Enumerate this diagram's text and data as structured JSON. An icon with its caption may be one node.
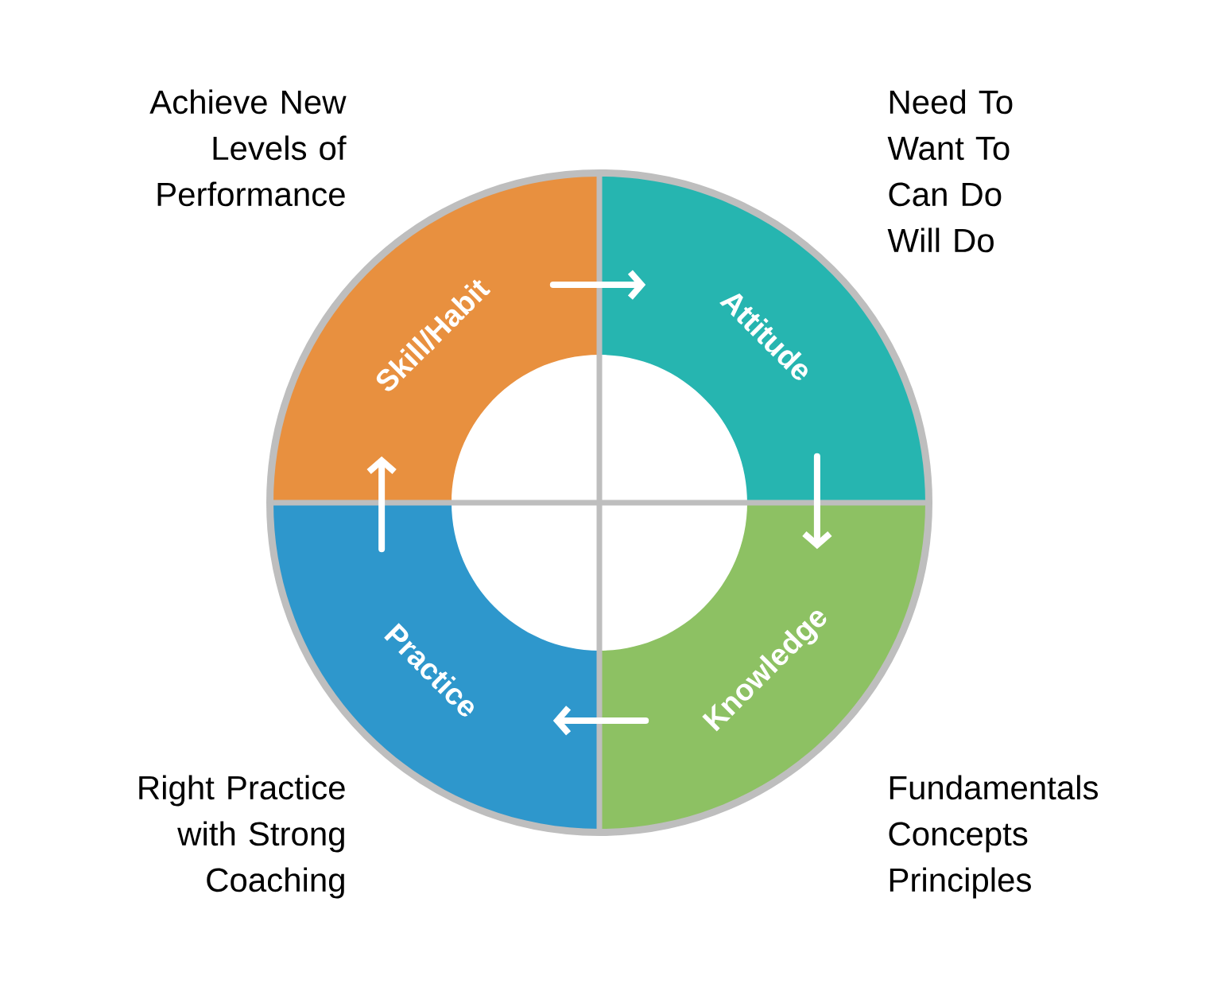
{
  "diagram": {
    "nodes": [
      {
        "text": [
          "Skill/Habit"
        ],
        "beside": [
          "Achieve New Levels of Performance"
        ]
      },
      {
        "text": [
          "Attitude"
        ],
        "beside": [
          "Need To Want To Can Do Will Do"
        ]
      },
      {
        "text": [
          "Knowledge"
        ],
        "beside": [
          "Fundamentals Concepts Principles"
        ]
      },
      {
        "text": [
          "Practice"
        ],
        "beside": [
          "Right Practice with Strong Coaching"
        ]
      }
    ],
    "edges": [
      {
        "from": 0,
        "to": 1,
        "arrow": "to"
      },
      {
        "from": 1,
        "to": 2,
        "arrow": "to"
      },
      {
        "from": 2,
        "to": 3,
        "arrow": "to"
      },
      {
        "from": 3,
        "to": 0,
        "arrow": "to"
      }
    ]
  }
}
